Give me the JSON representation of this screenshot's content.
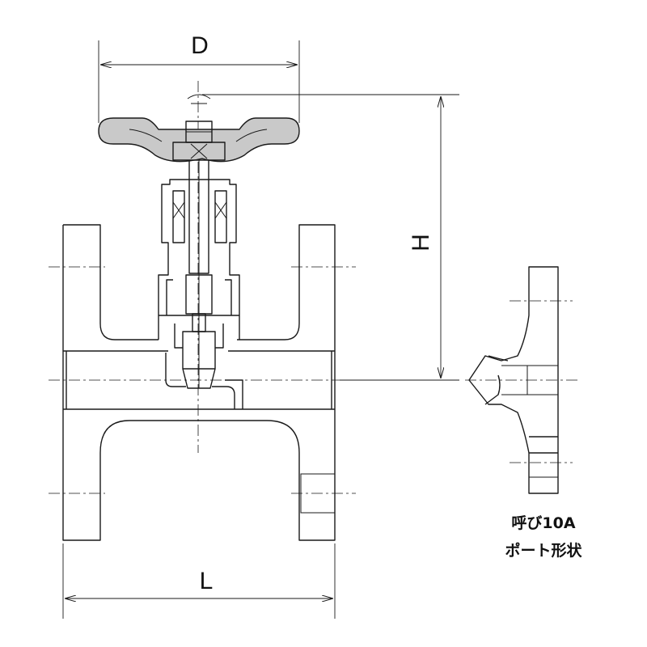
{
  "dimensions": {
    "diameter_label": "D",
    "height_label": "H",
    "length_label": "L"
  },
  "port_caption": {
    "line1": "呼び10A",
    "line2": "ポート形状"
  }
}
